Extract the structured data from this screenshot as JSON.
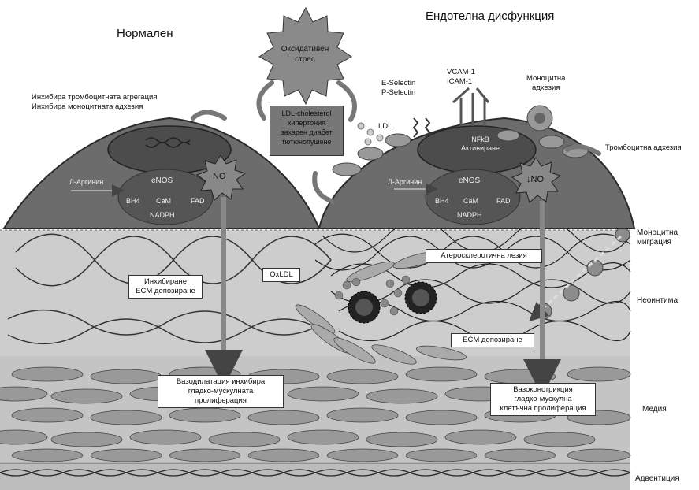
{
  "titles": {
    "normal": "Нормален",
    "dysfunction": "Ендотелна дисфункция"
  },
  "stress": {
    "sun_label": "Оксидативен стрес",
    "factors": [
      "LDL-cholesterol",
      "хипертония",
      "захарен диабет",
      "тютюнопушене"
    ]
  },
  "normal_cell": {
    "inhibits": [
      "Инхибира тромбоцитната агрегация",
      "Инхибира моноцитната адхезия"
    ],
    "l_arginine": "Л-Аргинин",
    "enos": "eNOS",
    "cofactors": {
      "bh4": "BH4",
      "cam": "CaM",
      "fad": "FAD",
      "nadph": "NADPH"
    },
    "no": "NO"
  },
  "dysfunction_cell": {
    "selectins": [
      "E-Selectin",
      "P-Selectin"
    ],
    "ldl": "LDL",
    "vcam": [
      "VCAM-1",
      "ICAM-1"
    ],
    "monocyte_adhesion": [
      "Моноцитна",
      "адхезия"
    ],
    "platelet_adhesion": "Тромбоцитна адхезия",
    "nfkb": [
      "NFkB",
      "Активиране"
    ],
    "l_arginine": "Л-Аргинин",
    "enos": "eNOS",
    "cofactors": {
      "bh4": "BH4",
      "cam": "CaM",
      "fad": "FAD",
      "nadph": "NADPH"
    },
    "no": "↓NO"
  },
  "layers": {
    "monocyte_migration": [
      "Моноцитна",
      "миграция"
    ],
    "neointima": "Неоинтима",
    "media": "Медия",
    "adventitia": "Адвентиция"
  },
  "boxes": {
    "inhibit_ecm": [
      "Инхибиране",
      "ECM депозиране"
    ],
    "oxldl": "OxLDL",
    "lesion": "Атеросклеротична лезия",
    "ecm_deposition": "ECM депозиране",
    "vasodilation": [
      "Вазодилатация инхибира",
      "гладко-мускулната",
      "пролиферация"
    ],
    "vasoconstriction": [
      "Вазоконстрикция",
      "гладко-мускулна",
      "клетъчна пролиферация"
    ]
  },
  "colors": {
    "cell_fill": "#6e6e6e",
    "nucleus_fill": "#4c4c4c",
    "intima_bg": "#cfcfcf",
    "stress_sun": "#8a8a8a"
  }
}
